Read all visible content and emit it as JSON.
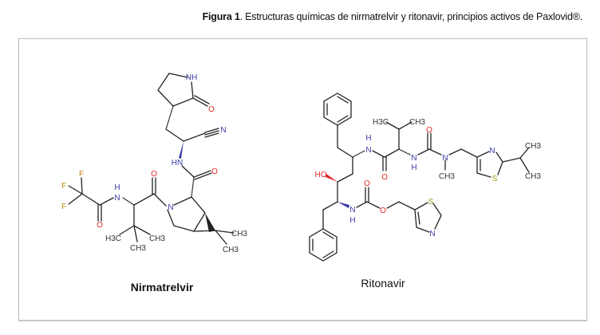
{
  "caption": {
    "label": "Figura 1",
    "text": ". Estructuras químicas de nirmatrelvir y ritonavir, principios activos de Paxlovid®."
  },
  "molecules": {
    "nirmatrelvir": {
      "name": "Nirmatrelvir",
      "atom_labels": [
        "NH",
        "O",
        "N",
        "HN",
        "O",
        "N",
        "O",
        "H",
        "N",
        "O",
        "F",
        "F",
        "F",
        "H3C",
        "CH3",
        "CH3",
        "CH3",
        "CH3"
      ]
    },
    "ritonavir": {
      "name": "Ritonavir",
      "atom_labels": [
        "H",
        "N",
        "O",
        "H3C",
        "CH3",
        "N",
        "H",
        "O",
        "N",
        "CH3",
        "N",
        "S",
        "CH3",
        "CH3",
        "HO",
        "N",
        "H",
        "O",
        "O",
        "S",
        "N"
      ]
    }
  },
  "colors": {
    "nitrogen": "#3a3aa8",
    "oxygen": "#e02828",
    "fluorine": "#b8860b",
    "sulfur": "#9a9a10",
    "carbon": "#222222"
  }
}
